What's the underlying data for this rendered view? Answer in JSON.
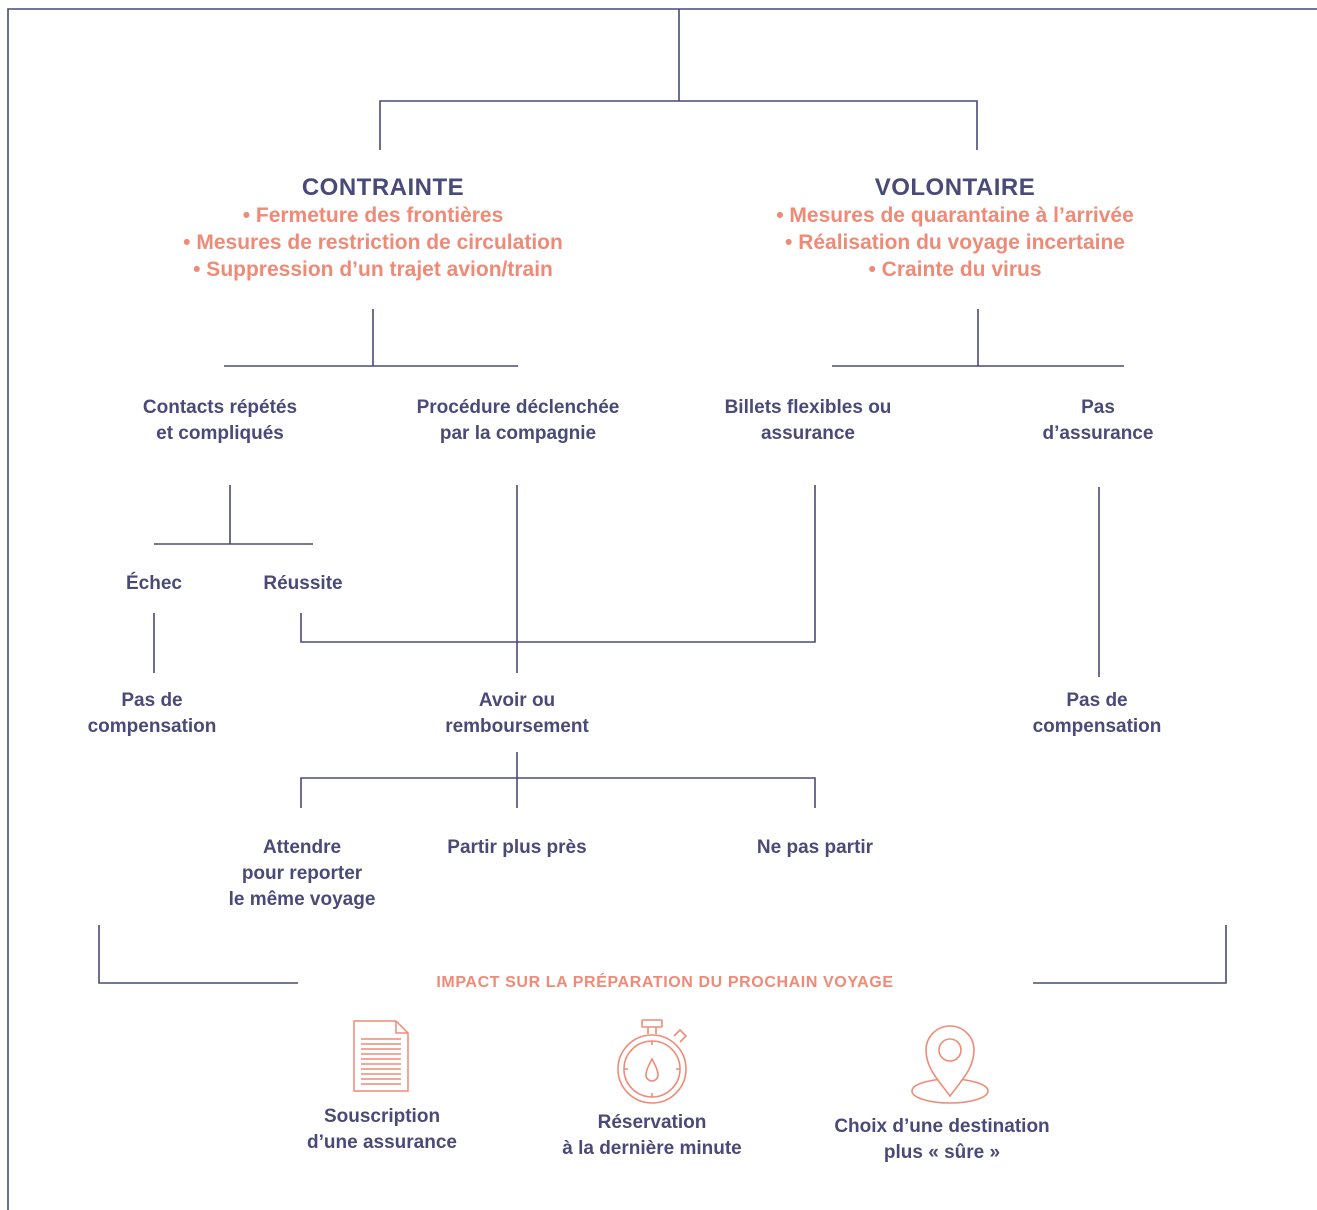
{
  "colors": {
    "navy": "#4a4a78",
    "coral": "#f08a76",
    "line": "#4a4a78"
  },
  "branches": {
    "contrainte": {
      "title": "CONTRAINTE",
      "bullets": [
        "• Fermeture des frontières",
        "• Mesures de restriction de circulation",
        "• Suppression d’un trajet avion/train"
      ]
    },
    "volontaire": {
      "title": "VOLONTAIRE",
      "bullets": [
        "• Mesures de quarantaine à l’arrivée",
        "• Réalisation du voyage incertaine",
        "• Crainte du virus"
      ]
    }
  },
  "nodes": {
    "contacts": [
      "Contacts répétés",
      "et compliqués"
    ],
    "procedure": [
      "Procédure déclenchée",
      "par la compagnie"
    ],
    "billets": [
      "Billets flexibles ou",
      "assurance"
    ],
    "pas_assurance": [
      "Pas",
      "d’assurance"
    ],
    "echec": "Échec",
    "reussite": "Réussite",
    "pas_compensation_left": [
      "Pas de",
      "compensation"
    ],
    "avoir": [
      "Avoir ou",
      "remboursement"
    ],
    "pas_compensation_right": [
      "Pas de",
      "compensation"
    ],
    "attendre": [
      "Attendre",
      "pour reporter",
      "le même voyage"
    ],
    "partir_pres": "Partir plus près",
    "ne_pas_partir": "Ne pas partir"
  },
  "impact": {
    "title": "IMPACT SUR LA PRÉPARATION DU PROCHAIN VOYAGE",
    "items": [
      {
        "icon": "document-icon",
        "label": [
          "Souscription",
          "d’une assurance"
        ]
      },
      {
        "icon": "stopwatch-icon",
        "label": [
          "Réservation",
          "à la dernière minute"
        ]
      },
      {
        "icon": "map-pin-icon",
        "label": [
          "Choix d’une destination",
          "plus « sûre »"
        ]
      }
    ]
  }
}
